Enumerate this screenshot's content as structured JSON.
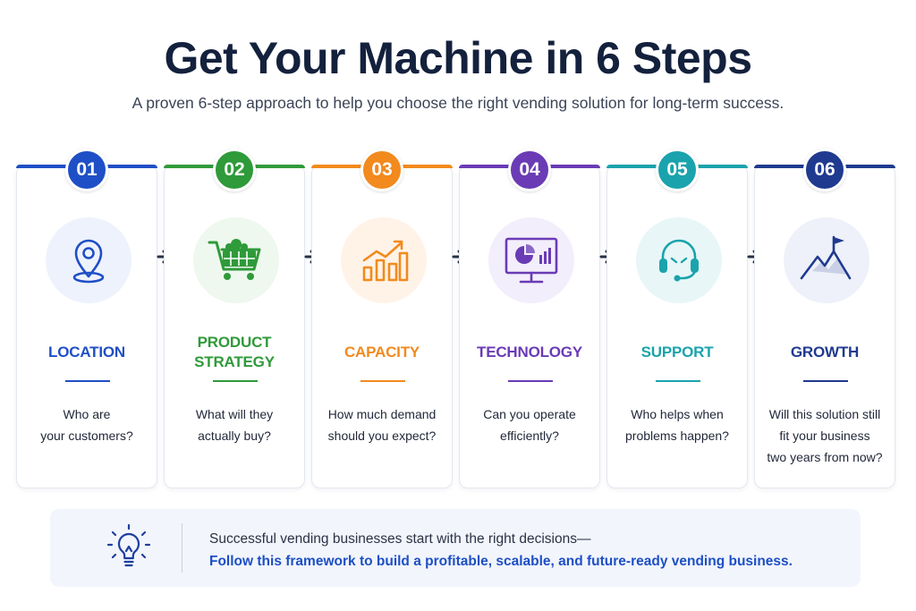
{
  "header": {
    "title": "Get Your Machine in 6 Steps",
    "subtitle": "A proven 6-step approach to help you choose the right vending solution for long-term success."
  },
  "steps": [
    {
      "number": "01",
      "title": "LOCATION",
      "title_lines": [
        "LOCATION"
      ],
      "question_lines": [
        "Who are",
        "your customers?"
      ],
      "color": "#1f4fc6",
      "tint": "#eef2fc",
      "icon": "location-pin-icon"
    },
    {
      "number": "02",
      "title": "PRODUCT STRATEGY",
      "title_lines": [
        "PRODUCT",
        "STRATEGY"
      ],
      "question_lines": [
        "What will they",
        "actually buy?"
      ],
      "color": "#2f9a3a",
      "tint": "#eef8ee",
      "icon": "shopping-cart-icon"
    },
    {
      "number": "03",
      "title": "CAPACITY",
      "title_lines": [
        "CAPACITY"
      ],
      "question_lines": [
        "How much demand",
        "should you expect?"
      ],
      "color": "#f28a1d",
      "tint": "#fff3e8",
      "icon": "growth-bars-icon"
    },
    {
      "number": "04",
      "title": "TECHNOLOGY",
      "title_lines": [
        "TECHNOLOGY"
      ],
      "question_lines": [
        "Can you operate",
        "efficiently?"
      ],
      "color": "#6a3bb5",
      "tint": "#f3eefb",
      "icon": "monitor-chart-icon"
    },
    {
      "number": "05",
      "title": "SUPPORT",
      "title_lines": [
        "SUPPORT"
      ],
      "question_lines": [
        "Who helps when",
        "problems happen?"
      ],
      "color": "#1aa3ad",
      "tint": "#e8f6f7",
      "icon": "headset-icon"
    },
    {
      "number": "06",
      "title": "GROWTH",
      "title_lines": [
        "GROWTH"
      ],
      "question_lines": [
        "Will this solution still",
        "fit your business",
        "two years from now?"
      ],
      "color": "#1f3a8f",
      "tint": "#eef1f9",
      "icon": "mountain-flag-icon"
    }
  ],
  "callout": {
    "icon": "lightbulb-icon",
    "line1": "Successful vending businesses start with the right decisions—",
    "line2": "Follow this framework to build a profitable, scalable, and future-ready vending business."
  },
  "colors": {
    "title": "#14213d",
    "callout_accent": "#1d4fc4",
    "arrow": "#273246"
  }
}
